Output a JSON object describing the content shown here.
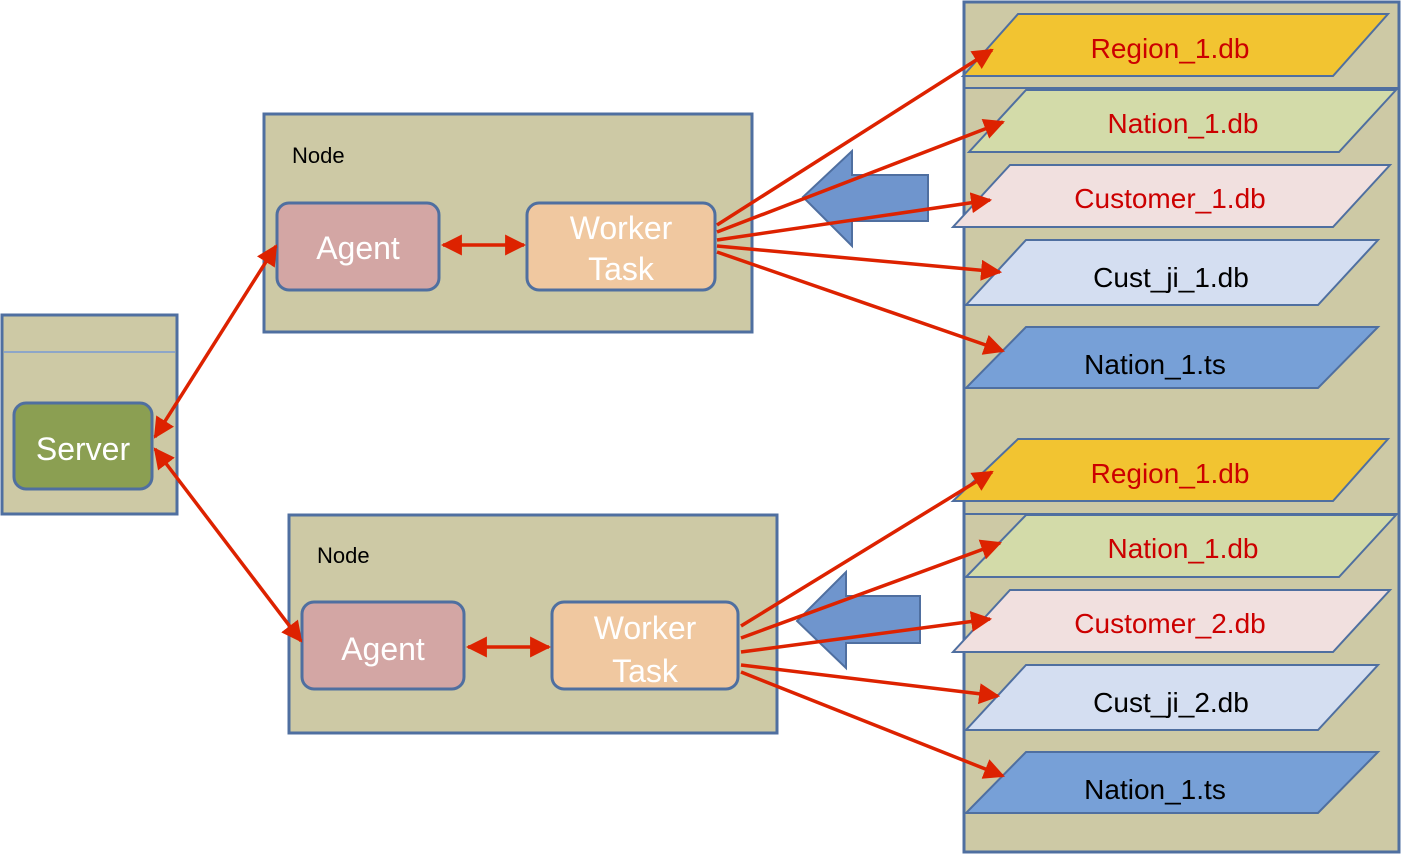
{
  "server": {
    "label": "Server"
  },
  "nodes": [
    {
      "title": "Node",
      "agent": "Agent",
      "worker": [
        "Worker",
        "Task"
      ],
      "files": [
        {
          "label": "Region_1.db",
          "fill": "#f2c431",
          "text_color": "#cc0000"
        },
        {
          "label": "Nation_1.db",
          "fill": "#d3dba9",
          "text_color": "#cc0000"
        },
        {
          "label": "Customer_1.db",
          "fill": "#f1e0df",
          "text_color": "#cc0000"
        },
        {
          "label": "Cust_ji_1.db",
          "fill": "#d4def1",
          "text_color": "#000000"
        },
        {
          "label": "Nation_1.ts",
          "fill": "#77a0d7",
          "text_color": "#000000"
        }
      ]
    },
    {
      "title": "Node",
      "agent": "Agent",
      "worker": [
        "Worker",
        "Task"
      ],
      "files": [
        {
          "label": "Region_1.db",
          "fill": "#f2c431",
          "text_color": "#cc0000"
        },
        {
          "label": "Nation_1.db",
          "fill": "#d3dba9",
          "text_color": "#cc0000"
        },
        {
          "label": "Customer_2.db",
          "fill": "#f1e0df",
          "text_color": "#cc0000"
        },
        {
          "label": "Cust_ji_2.db",
          "fill": "#d4def1",
          "text_color": "#000000"
        },
        {
          "label": "Nation_1.ts",
          "fill": "#77a0d7",
          "text_color": "#000000"
        }
      ]
    }
  ],
  "colors": {
    "panel": "#cdc9a5",
    "panel_border": "#4f6fa0",
    "server": "#8b9f52",
    "agent": "#d3a6a4",
    "worker": "#f0c8a0",
    "connector": "#dd2200",
    "block_arrow": "#6f95cd"
  }
}
